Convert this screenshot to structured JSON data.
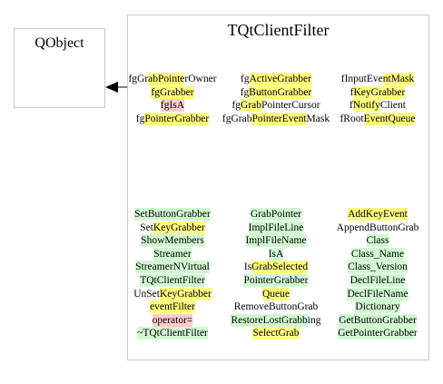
{
  "qobject": {
    "title": "QObject"
  },
  "class": {
    "title": "TQtClientFilter",
    "attributes": [
      {
        "text": "fgGrabPointerOwner",
        "color": "#fffa80",
        "hl": [
          4,
          12
        ]
      },
      {
        "text": "fgActiveGrabber",
        "color": "#fffa80",
        "hl": [
          2,
          15
        ]
      },
      {
        "text": "fInputEventMask",
        "color": "#fffa80",
        "hl": [
          9,
          15
        ]
      },
      {
        "text": "fgGrabber",
        "color": "#fffa80",
        "hl": [
          0,
          9
        ]
      },
      {
        "text": "fgButtonGrabber",
        "color": "#fffa80",
        "hl": [
          2,
          15
        ]
      },
      {
        "text": "fKeyGrabber",
        "color": "#fffa80",
        "hl": [
          1,
          11
        ]
      },
      {
        "text": "fgIsA",
        "color": "#ffcccc",
        "hl": [
          0,
          5
        ]
      },
      {
        "text": "fgGrabPointerCursor",
        "color": "#fffa80",
        "hl": [
          2,
          6
        ]
      },
      {
        "text": "fNotifyClient",
        "color": "#fffa80",
        "hl": [
          1,
          7
        ]
      },
      {
        "text": "fgPointerGrabber",
        "color": "#fffa80",
        "hl": [
          2,
          16
        ]
      },
      {
        "text": "fgGrabPointerEventMask",
        "color": "#fffa80",
        "hl": [
          6,
          18
        ]
      },
      {
        "text": "fRootEventQueue",
        "color": "#fffa80",
        "hl": [
          5,
          15
        ]
      }
    ],
    "methods": [
      {
        "text": "SetButtonGrabber",
        "color": "#d2f8d2",
        "hl": [
          0,
          16
        ]
      },
      {
        "text": "GrabPointer",
        "color": "#d2f8d2",
        "hl": [
          0,
          11
        ]
      },
      {
        "text": "AddKeyEvent",
        "color": "#fffa80",
        "hl": [
          0,
          11
        ]
      },
      {
        "text": "SetKeyGrabber",
        "color": "#fffa80",
        "hl": [
          3,
          13
        ]
      },
      {
        "text": "ImplFileLine",
        "color": "#d2f8d2",
        "hl": [
          0,
          12
        ]
      },
      {
        "text": "AppendButtonGrab",
        "color": "#ffffff",
        "hl": [
          0,
          0
        ]
      },
      {
        "text": "ShowMembers",
        "color": "#d2f8d2",
        "hl": [
          0,
          11
        ]
      },
      {
        "text": "ImplFileName",
        "color": "#d2f8d2",
        "hl": [
          0,
          12
        ]
      },
      {
        "text": "Class",
        "color": "#d2f8d2",
        "hl": [
          0,
          5
        ]
      },
      {
        "text": "Streamer",
        "color": "#d2f8d2",
        "hl": [
          0,
          8
        ]
      },
      {
        "text": "IsA",
        "color": "#d2f8d2",
        "hl": [
          0,
          3
        ]
      },
      {
        "text": "Class_Name",
        "color": "#d2f8d2",
        "hl": [
          0,
          10
        ]
      },
      {
        "text": "StreamerNVirtual",
        "color": "#d2f8d2",
        "hl": [
          0,
          16
        ]
      },
      {
        "text": "IsGrabSelected",
        "color": "#fffa80",
        "hl": [
          2,
          14
        ]
      },
      {
        "text": "Class_Version",
        "color": "#d2f8d2",
        "hl": [
          0,
          13
        ]
      },
      {
        "text": "TQtClientFilter",
        "color": "#d2f8d2",
        "hl": [
          0,
          15
        ]
      },
      {
        "text": "PointerGrabber",
        "color": "#d2f8d2",
        "hl": [
          0,
          14
        ]
      },
      {
        "text": "DeclFileLine",
        "color": "#d2f8d2",
        "hl": [
          0,
          12
        ]
      },
      {
        "text": "UnSetKeyGrabber",
        "color": "#fffa80",
        "hl": [
          5,
          15
        ]
      },
      {
        "text": "Queue",
        "color": "#fffa80",
        "hl": [
          0,
          5
        ]
      },
      {
        "text": "DeclFileName",
        "color": "#d2f8d2",
        "hl": [
          0,
          12
        ]
      },
      {
        "text": "eventFilter",
        "color": "#fffa80",
        "hl": [
          0,
          11
        ]
      },
      {
        "text": "RemoveButtonGrab",
        "color": "#ffffff",
        "hl": [
          0,
          0
        ]
      },
      {
        "text": "Dictionary",
        "color": "#d2f8d2",
        "hl": [
          0,
          10
        ]
      },
      {
        "text": "operator=",
        "color": "#ffcccc",
        "hl": [
          0,
          9
        ]
      },
      {
        "text": "RestoreLostGrabbing",
        "color": "#d2f8d2",
        "hl": [
          0,
          16
        ]
      },
      {
        "text": "GetButtonGrabber",
        "color": "#d2f8d2",
        "hl": [
          0,
          16
        ]
      },
      {
        "text": "~TQtClientFilter",
        "color": "#d2f8d2",
        "hl": [
          0,
          16
        ]
      },
      {
        "text": "SelectGrab",
        "color": "#fffa80",
        "hl": [
          0,
          10
        ]
      },
      {
        "text": "GetPointerGrabber",
        "color": "#d2f8d2",
        "hl": [
          0,
          16
        ]
      }
    ]
  }
}
